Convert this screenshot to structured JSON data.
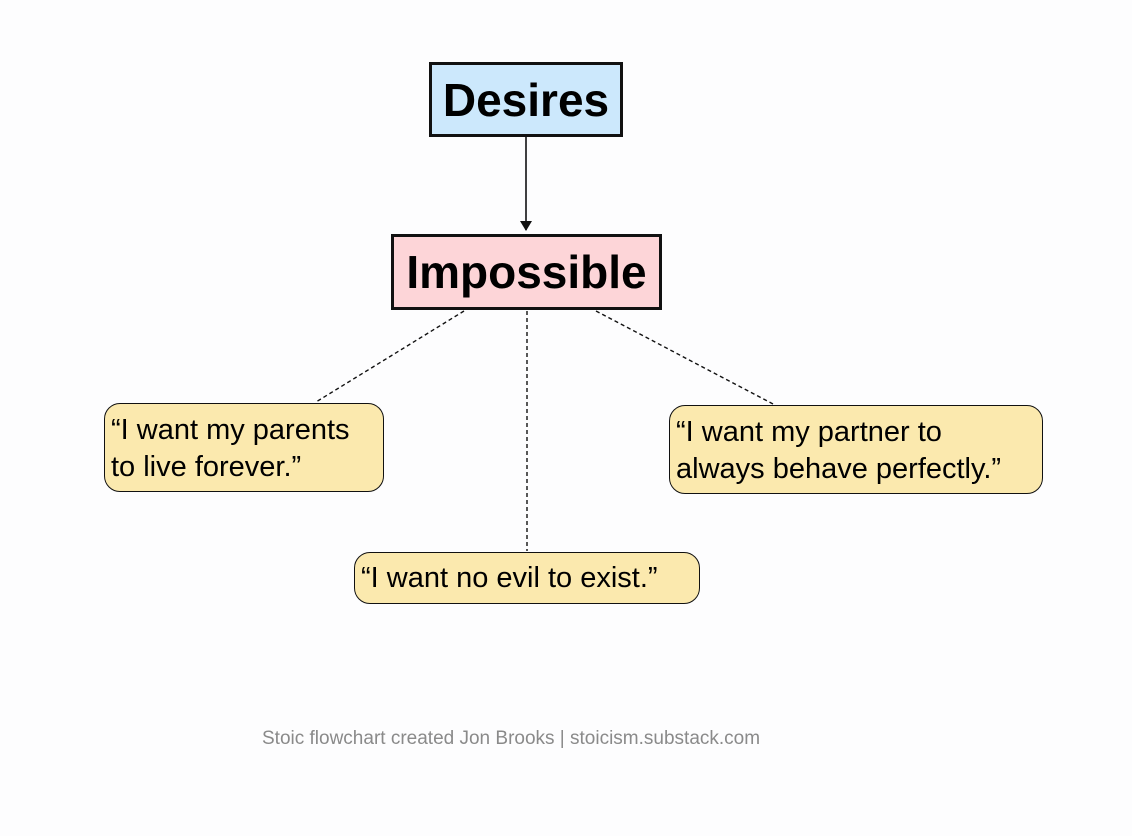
{
  "diagram": {
    "nodes": {
      "desires": {
        "label": "Desires",
        "fill": "#cce8fc"
      },
      "impossible": {
        "label": "Impossible",
        "fill": "#fdd5d8"
      }
    },
    "examples": {
      "parents": {
        "lines": [
          "“I want my parents",
          "to live forever.”"
        ],
        "fill": "#fbe9ae"
      },
      "partner": {
        "lines": [
          "“I want my partner to",
          "always behave perfectly.”"
        ],
        "fill": "#fbe9ae"
      },
      "evil": {
        "lines": [
          "“I want no evil to exist.”"
        ],
        "fill": "#fbe9ae"
      }
    },
    "edges": [
      {
        "from": "Desires",
        "to": "Impossible",
        "style": "solid-arrow"
      },
      {
        "from": "Impossible",
        "to": "parents",
        "style": "dashed"
      },
      {
        "from": "Impossible",
        "to": "evil",
        "style": "dashed"
      },
      {
        "from": "Impossible",
        "to": "partner",
        "style": "dashed"
      }
    ],
    "line_color": "#111111"
  },
  "credit": {
    "text": "Stoic flowchart created Jon Brooks | stoicism.substack.com",
    "color": "#8a8a8a"
  }
}
